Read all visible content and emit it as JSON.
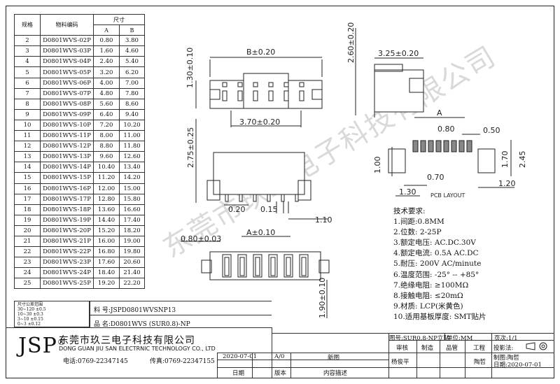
{
  "table": {
    "headers": {
      "spec": "规格",
      "material": "物料编码",
      "size": "尺寸",
      "a": "A",
      "b": "B"
    },
    "rows": [
      [
        "2",
        "D0801WVS-02P",
        "0.80",
        "3.80"
      ],
      [
        "3",
        "D0801WVS-03P",
        "1.60",
        "4.60"
      ],
      [
        "4",
        "D0801WVS-04P",
        "2.40",
        "5.40"
      ],
      [
        "5",
        "D0801WVS-05P",
        "3.20",
        "6.20"
      ],
      [
        "6",
        "D0801WVS-06P",
        "4.00",
        "7.00"
      ],
      [
        "7",
        "D0801WVS-07P",
        "4.80",
        "7.80"
      ],
      [
        "8",
        "D0801WVS-08P",
        "5.60",
        "8.60"
      ],
      [
        "9",
        "D0801WVS-09P",
        "6.40",
        "9.40"
      ],
      [
        "10",
        "D0801WVS-10P",
        "7.20",
        "10.20"
      ],
      [
        "11",
        "D0801WVS-11P",
        "8.00",
        "11.00"
      ],
      [
        "12",
        "D0801WVS-12P",
        "8.80",
        "11.80"
      ],
      [
        "13",
        "D0801WVS-13P",
        "9.60",
        "12.60"
      ],
      [
        "14",
        "D0801WVS-14P",
        "10.40",
        "13.40"
      ],
      [
        "15",
        "D0801WVS-15P",
        "11.20",
        "14.20"
      ],
      [
        "16",
        "D0801WVS-16P",
        "12.00",
        "15.00"
      ],
      [
        "17",
        "D0801WVS-17P",
        "12.80",
        "15.80"
      ],
      [
        "18",
        "D0801WVS-18P",
        "13.60",
        "16.60"
      ],
      [
        "19",
        "D0801WVS-19P",
        "14.40",
        "17.40"
      ],
      [
        "20",
        "D0801WVS-20P",
        "15.20",
        "18.20"
      ],
      [
        "21",
        "D0801WVS-21P",
        "16.00",
        "19.00"
      ],
      [
        "22",
        "D0801WVS-22P",
        "16.80",
        "19.80"
      ],
      [
        "23",
        "D0801WVS-23P",
        "17.60",
        "20.60"
      ],
      [
        "24",
        "D0801WVS-24P",
        "18.40",
        "21.40"
      ],
      [
        "25",
        "D0801WVS-25P",
        "19.20",
        "22.20"
      ]
    ]
  },
  "tolerance": {
    "title": "尺寸公差范围",
    "lines": [
      "30~120  ±0.5",
      "10~30   ±0.3",
      "3~10    ±0.15",
      "0~3     ±0.12"
    ]
  },
  "part": {
    "material_label": "料  号:JSPD0801WVSNP13",
    "name_label": "品  名:D0801WVS (SUR0.8)-NP"
  },
  "company": {
    "logo": "JSP",
    "reg": "®",
    "name_cn": "东莞市玖三电子科技有限公司",
    "name_en": "DONG GUAN JIU SAN ELECTRNIC TECHNOLOGY CO., LTD",
    "tel": "电话:0769-22347145",
    "fax": "传真:0769-22347155"
  },
  "watermark": "东莞市玖三电子科技有限公司",
  "dims": {
    "b": "B±0.20",
    "h130": "1.30±0.10",
    "d370": "3.70±0.20",
    "h275": "2.75±0.25",
    "d020": "0.20",
    "d015": "0.15",
    "d110": "1.10",
    "h260": "2.60±0.20",
    "d325": "3.25±0.20",
    "a": "A",
    "d080": "0.80",
    "d050": "0.50",
    "d245": "2.45",
    "d170": "1.70",
    "d100": "1.00",
    "d070": "0.70",
    "d130": "1.30",
    "d120": "1.20",
    "pcb": "PCB LAYOUT",
    "a010": "A±0.10",
    "d080b": "0.80±0.03",
    "h190": "1.90±0.10"
  },
  "requirements": {
    "title": "技术要求:",
    "items": [
      "1.间距:0.8MM",
      "2.位数: 2-25P",
      "3.额定电压: AC.DC.30V",
      "4.额定电流: 0.5A AC.DC",
      "5.耐压: 200V AC/minute",
      "6.温度范围: -25° -- +85°",
      "7.绝缘电阻: ≥100MΩ",
      "8.接触电阻: ≤20mΩ",
      "9.材质: LCP(米黄色)",
      "10.适用基板厚度: SMT贴片"
    ]
  },
  "title_block": {
    "drawing_no": "图号:SUR0.8-NP立贴",
    "unit": "单位:MM",
    "page": "页次:1/1",
    "review": "审核",
    "make": "制造",
    "quality": "品管",
    "eng": "工程",
    "projection": "投影法:",
    "date1": "2020-07-01",
    "rev": "A/0",
    "new_drawing": "新图",
    "reviewer": "杨俊平",
    "drafter": "陶哲",
    "drawn": "制图:陶哲",
    "date2": "日期:2020-07-01",
    "col_date": "日期",
    "col_rev": "版本",
    "col_desc": "内容描述"
  }
}
